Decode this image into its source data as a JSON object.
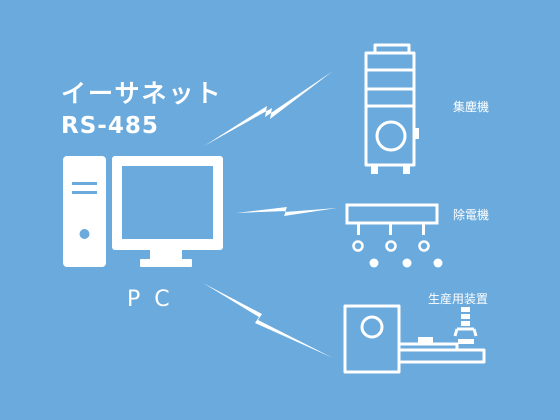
{
  "diagram": {
    "title": [
      "イーサネット",
      "RS-485"
    ],
    "pc_label": "PC",
    "devices": [
      {
        "label": "集塵機",
        "icon": "dust-collector-icon"
      },
      {
        "label": "除電機",
        "icon": "static-eliminator-icon"
      },
      {
        "label": "生産用装置",
        "icon": "production-equipment-icon"
      }
    ],
    "connection_icon": "lightning-bolt-icon",
    "colors": {
      "background": "#6aaadc",
      "foreground": "#ffffff"
    }
  }
}
